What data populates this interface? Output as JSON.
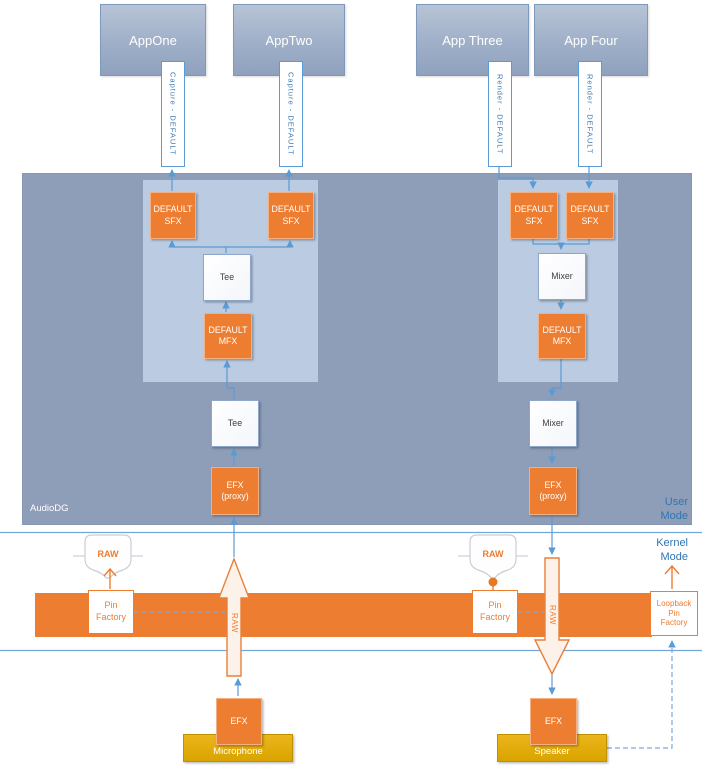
{
  "apps": {
    "one": "AppOne",
    "two": "AppTwo",
    "three": "App Three",
    "four": "App Four"
  },
  "streams": {
    "capture1": "Capture - DEFAULT",
    "capture2": "Capture - DEFAULT",
    "render1": "Render - DEFAULT",
    "render2": "Render - DEFAULT"
  },
  "user_mode": {
    "panel_label": "AudioDG",
    "mode_label": "User\nMode"
  },
  "kernel_mode": {
    "mode_label": "Kernel\nMode"
  },
  "capture_graph": {
    "sfx1": "DEFAULT\nSFX",
    "sfx2": "DEFAULT\nSFX",
    "tee_inner": "Tee",
    "mfx": "DEFAULT\nMFX",
    "tee_outer": "Tee",
    "efx_proxy": "EFX\n(proxy)"
  },
  "render_graph": {
    "sfx1": "DEFAULT\nSFX",
    "sfx2": "DEFAULT\nSFX",
    "mixer_inner": "Mixer",
    "mfx": "DEFAULT\nMFX",
    "mixer_outer": "Mixer",
    "efx_proxy": "EFX\n(proxy)"
  },
  "kernel": {
    "raw_badge_capture": "RAW",
    "raw_badge_render": "RAW",
    "pin_factory_capture": "Pin\nFactory",
    "pin_factory_render": "Pin\nFactory",
    "loopback_pin_factory": "Loopback\nPin\nFactory",
    "raw_stream_up": "RAW",
    "raw_stream_down": "RAW"
  },
  "devices": {
    "efx_capture": "EFX",
    "efx_render": "EFX",
    "microphone": "Microphone",
    "speaker": "Speaker"
  },
  "colors": {
    "accent_orange": "#ED7D31",
    "accent_blue": "#5B9BD5",
    "panel_blue_gray": "#8E9EB9",
    "inner_panel_blue": "#BACBE2",
    "device_gold": "#DFA900",
    "mode_text_blue": "#2E75B6"
  }
}
